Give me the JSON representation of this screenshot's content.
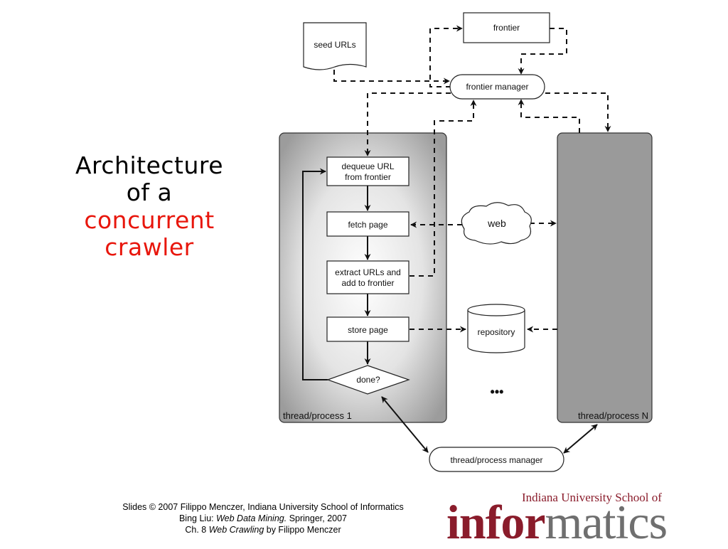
{
  "title": {
    "line1": "Architecture",
    "line2": "of a",
    "line3": "concurrent",
    "line4": "crawler"
  },
  "diagram": {
    "seed_urls": "seed URLs",
    "frontier": "frontier",
    "frontier_manager": "frontier manager",
    "dequeue_line1": "dequeue URL",
    "dequeue_line2": "from frontier",
    "fetch_page": "fetch page",
    "extract_line1": "extract URLs and",
    "extract_line2": "add to frontier",
    "store_page": "store page",
    "done": "done?",
    "web": "web",
    "repository": "repository",
    "ellipsis": "•••",
    "thread_1": "thread/process 1",
    "thread_n": "thread/process N",
    "thread_manager": "thread/process manager"
  },
  "credits": {
    "line1": "Slides © 2007 Filippo Menczer, Indiana University School of Informatics",
    "line2_prefix": "Bing Liu: ",
    "line2_italic": "Web Data Mining.",
    "line2_suffix": " Springer, 2007",
    "line3_prefix": "Ch. 8 ",
    "line3_italic": "Web Crawling",
    "line3_suffix": " by Filippo Menczer"
  },
  "logo": {
    "top_line": "Indiana University School of",
    "word_part1": "infor",
    "word_part2": "matics"
  },
  "colors": {
    "title_accent": "#e8160c",
    "logo_red": "#8a1c2b",
    "logo_gray": "#6f6f6f",
    "panel_gray": "#9a9a9a"
  }
}
